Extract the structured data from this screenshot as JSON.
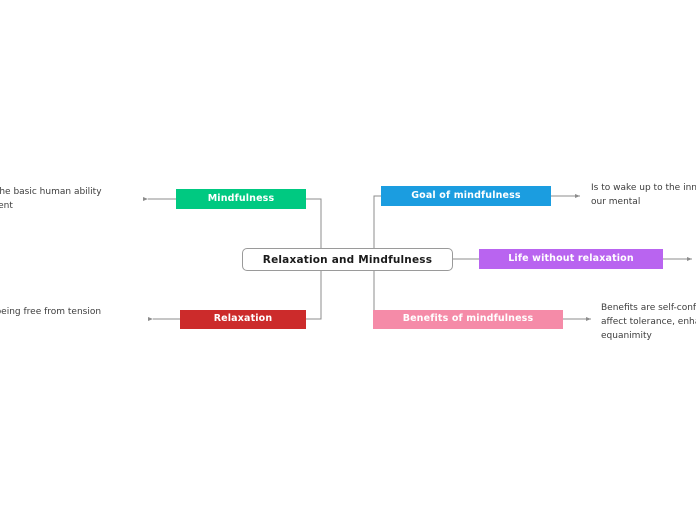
{
  "diagram": {
    "type": "mind-map",
    "background_color": "#ffffff",
    "edge_color": "#8c8c8c",
    "root": {
      "label": "Relaxation and Mindfulness",
      "fill": "#ffffff",
      "border": "#9a9a9a",
      "text_color": "#1b1b1b"
    },
    "branches": [
      {
        "id": "mindfulness",
        "label": "Mindfulness",
        "fill": "#00c981",
        "text_color": "#ffffff",
        "side": "left",
        "detail": "ess is the basic human ability\nly present"
      },
      {
        "id": "relaxation",
        "label": "Relaxation",
        "fill": "#cc2b2b",
        "text_color": "#ffffff",
        "side": "left",
        "detail": "te of being free from tension\nxiety"
      },
      {
        "id": "goal-of-mindfulness",
        "label": "Goal of mindfulness",
        "fill": "#1b9de0",
        "text_color": "#ffffff",
        "side": "right",
        "detail": "Is to wake up to the inn\nour mental"
      },
      {
        "id": "life-without-relaxation",
        "label": "Life without relaxation",
        "fill": "#b964f0",
        "text_color": "#ffffff",
        "side": "right",
        "detail": ""
      },
      {
        "id": "benefits-of-mindfulness",
        "label": "Benefits of mindfulness",
        "fill": "#f58ba8",
        "text_color": "#ffffff",
        "side": "right",
        "detail": "Benefits are self-conf\naffect tolerance, enha\nequanimity"
      }
    ]
  }
}
